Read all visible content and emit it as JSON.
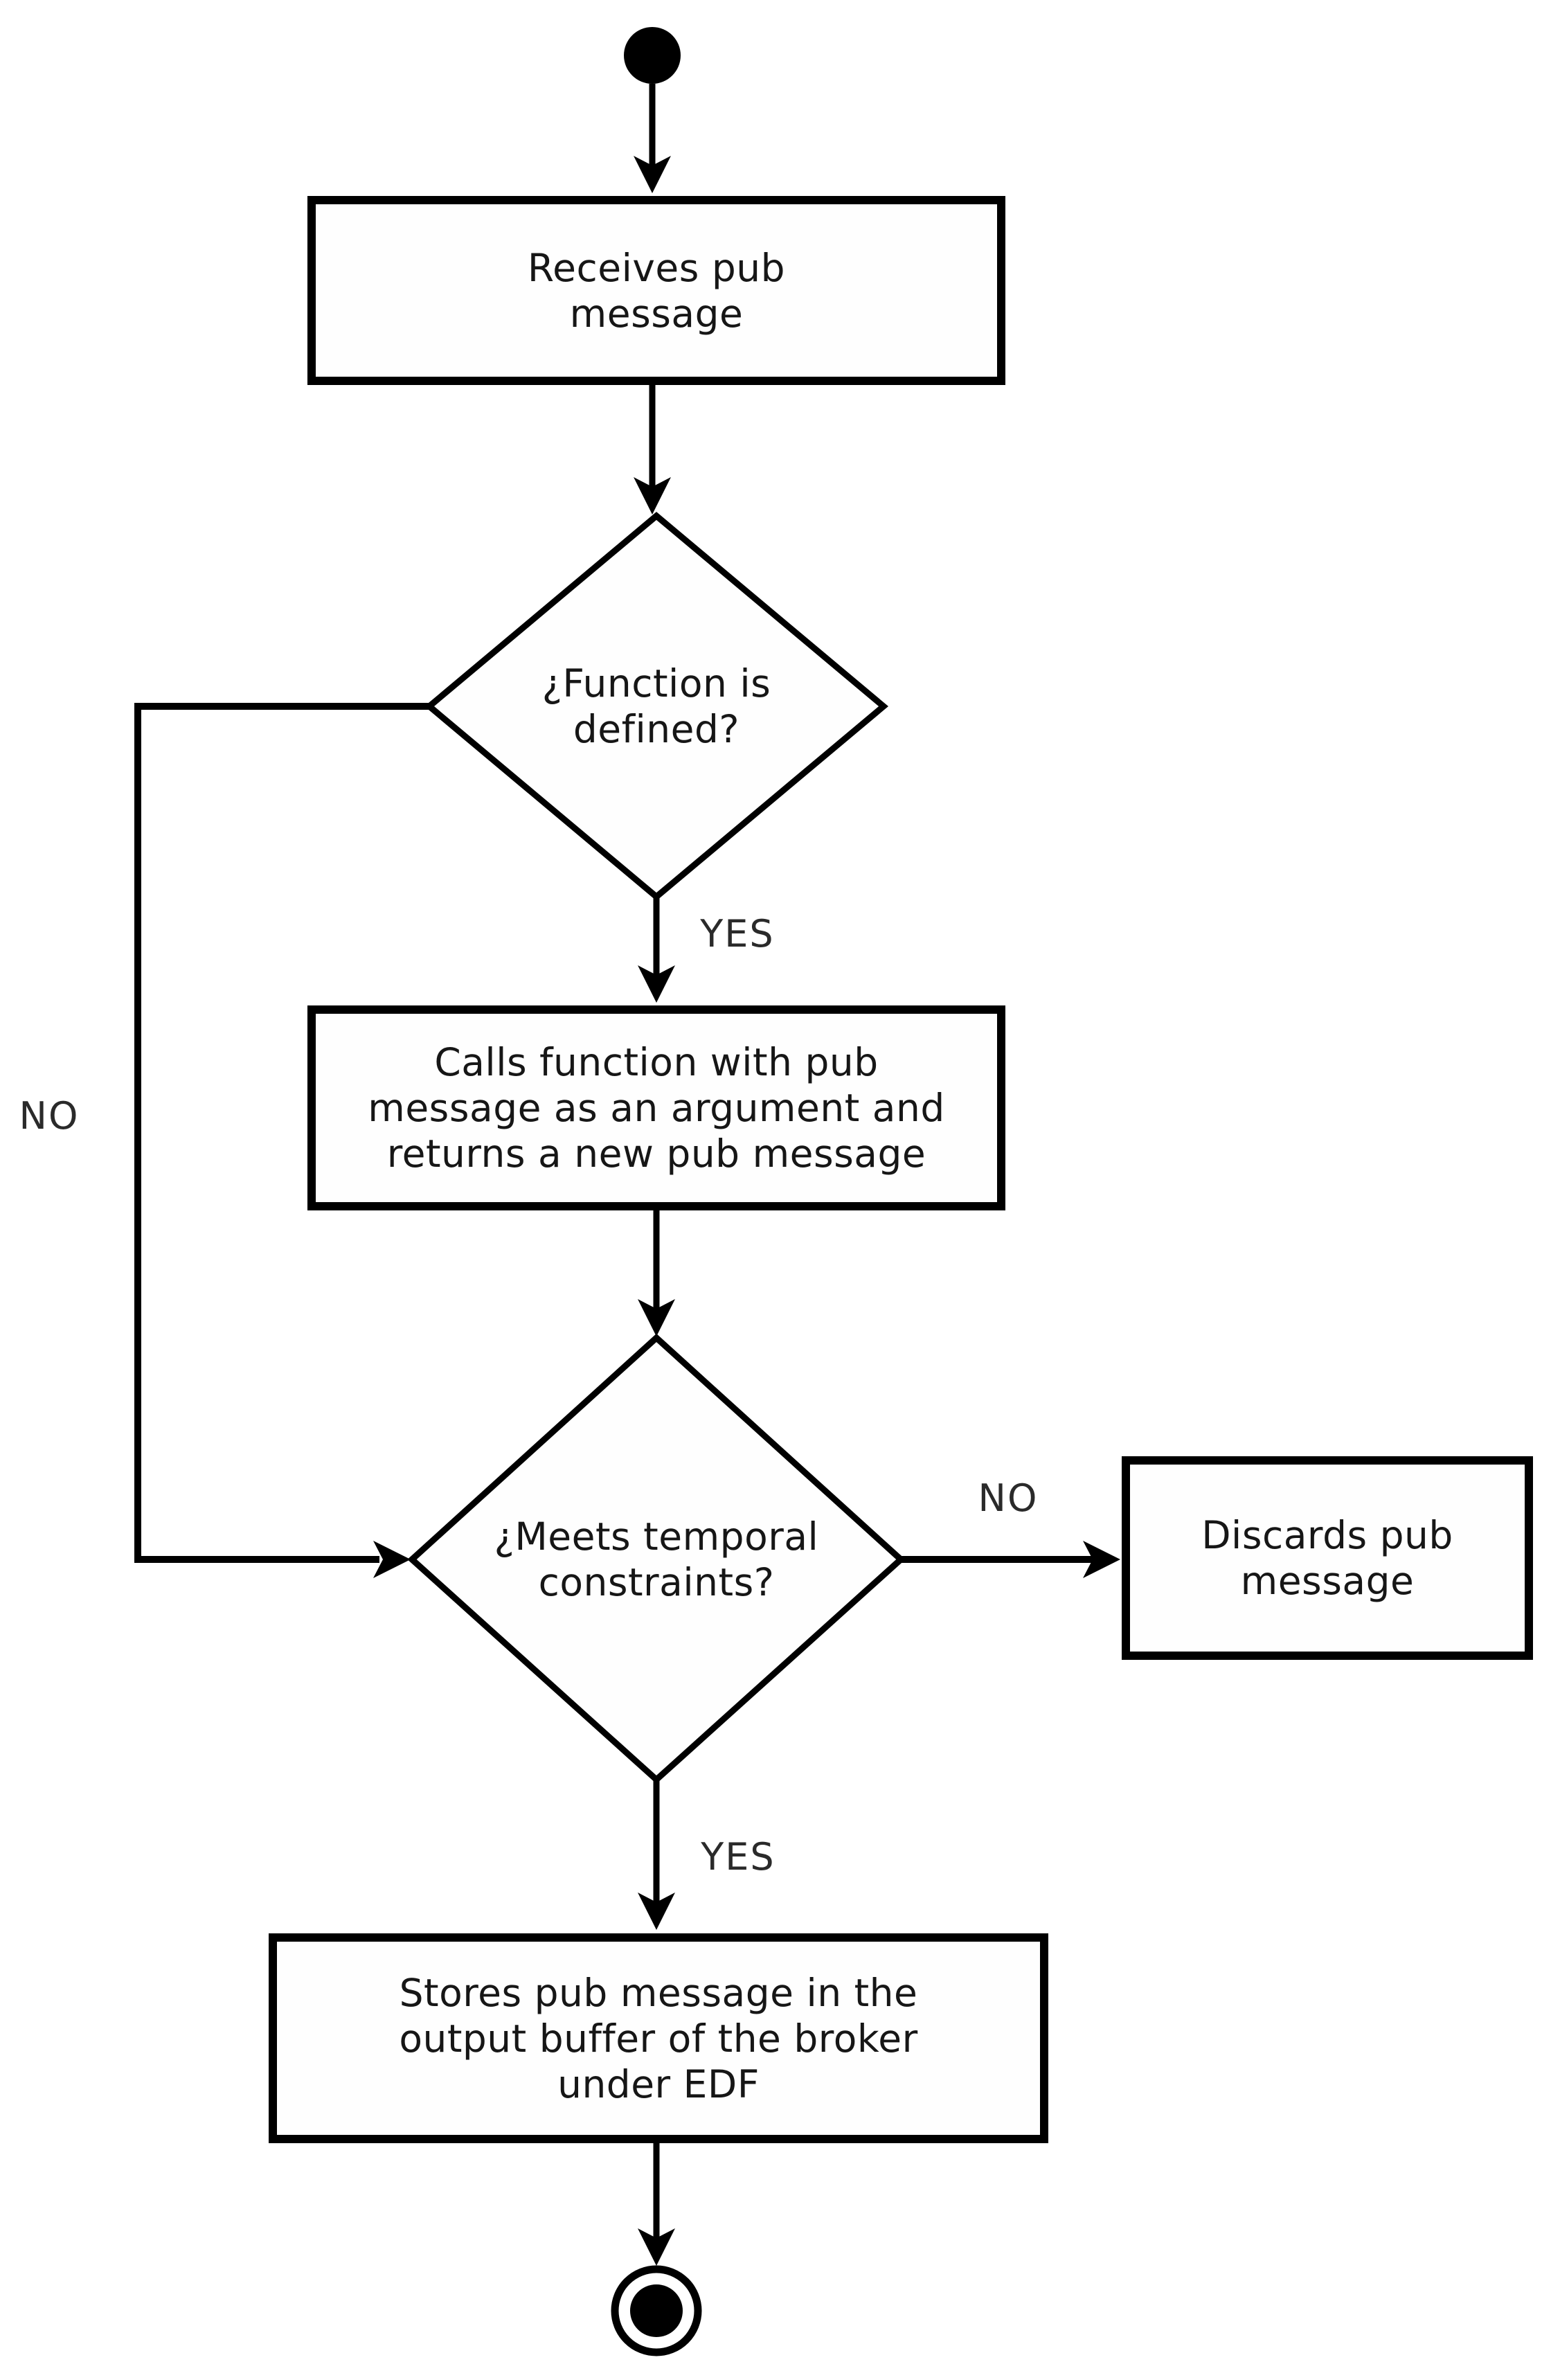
{
  "flowchart": {
    "background": "#ffffff",
    "stroke_color": "#000000",
    "text_color": "#161616",
    "nodes": {
      "start": {
        "kind": "initial-node"
      },
      "receives": {
        "kind": "process",
        "lines": [
          "Receives pub",
          "message"
        ]
      },
      "function_defined": {
        "kind": "decision",
        "lines": [
          "¿Function is",
          "defined?"
        ]
      },
      "calls_function": {
        "kind": "process",
        "lines": [
          "Calls function with pub",
          "message as an argument and",
          "returns a new pub message"
        ]
      },
      "meets_temporal": {
        "kind": "decision",
        "lines": [
          "¿Meets temporal",
          "constraints?"
        ]
      },
      "discards": {
        "kind": "process",
        "lines": [
          "Discards pub",
          "message"
        ]
      },
      "stores": {
        "kind": "process",
        "lines": [
          "Stores pub message in the",
          "output buffer of the broker",
          "under EDF"
        ]
      },
      "end": {
        "kind": "final-node"
      }
    },
    "edge_labels": {
      "function_defined_yes": "YES",
      "function_defined_no": "NO",
      "meets_temporal_yes": "YES",
      "meets_temporal_no": "NO"
    }
  }
}
